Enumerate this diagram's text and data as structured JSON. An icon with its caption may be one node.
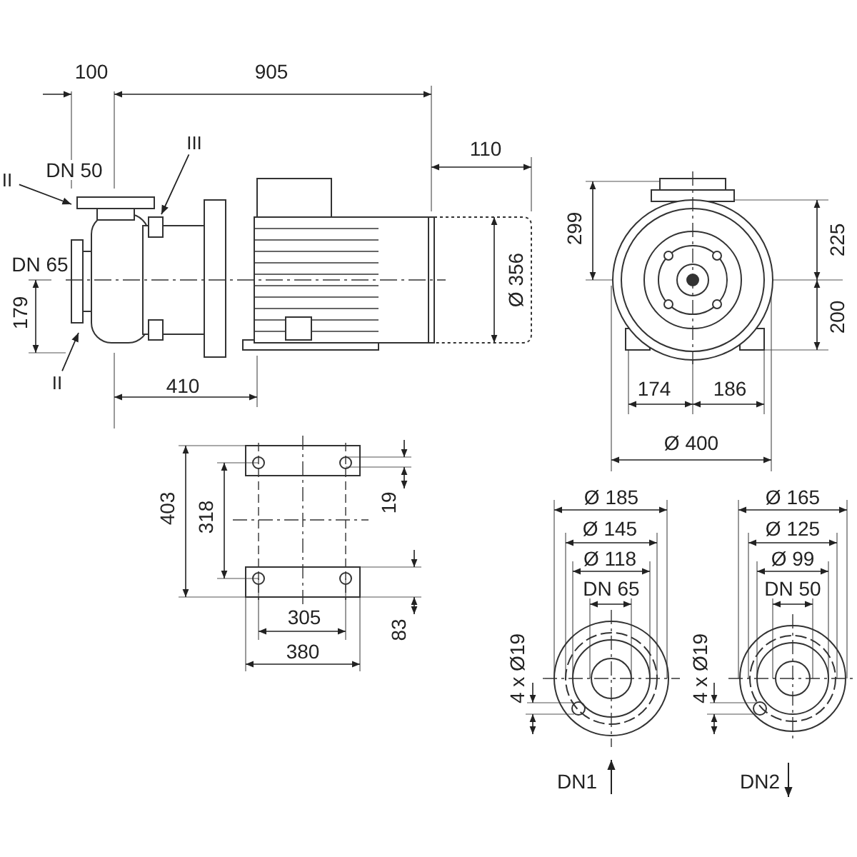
{
  "diagram": {
    "nodes": [
      {
        "text": [],
        "shape": "picture"
      },
      {
        "text": [
          "II"
        ]
      },
      {
        "text": [
          "III"
        ]
      },
      {
        "text": [
          "II"
        ]
      }
    ],
    "edges": [
      {
        "from": 1,
        "to": 0,
        "arrow": "to"
      },
      {
        "from": 2,
        "to": 0,
        "arrow": "to"
      },
      {
        "from": 3,
        "to": 0,
        "arrow": "to"
      }
    ],
    "labels": [
      "100",
      "905",
      "DN 50",
      "110",
      "DN 65",
      "179",
      "Ø 356",
      "410",
      "299",
      "225",
      "200",
      "174",
      "186",
      "Ø 400",
      "403",
      "318",
      "19",
      "305",
      "83",
      "380",
      "Ø 185",
      "Ø 145",
      "Ø 118",
      "DN 65",
      "Ø 165",
      "Ø 125",
      "Ø 99",
      "DN 50",
      "4 x Ø19",
      "4 x Ø19",
      "DN1",
      "DN2"
    ]
  }
}
